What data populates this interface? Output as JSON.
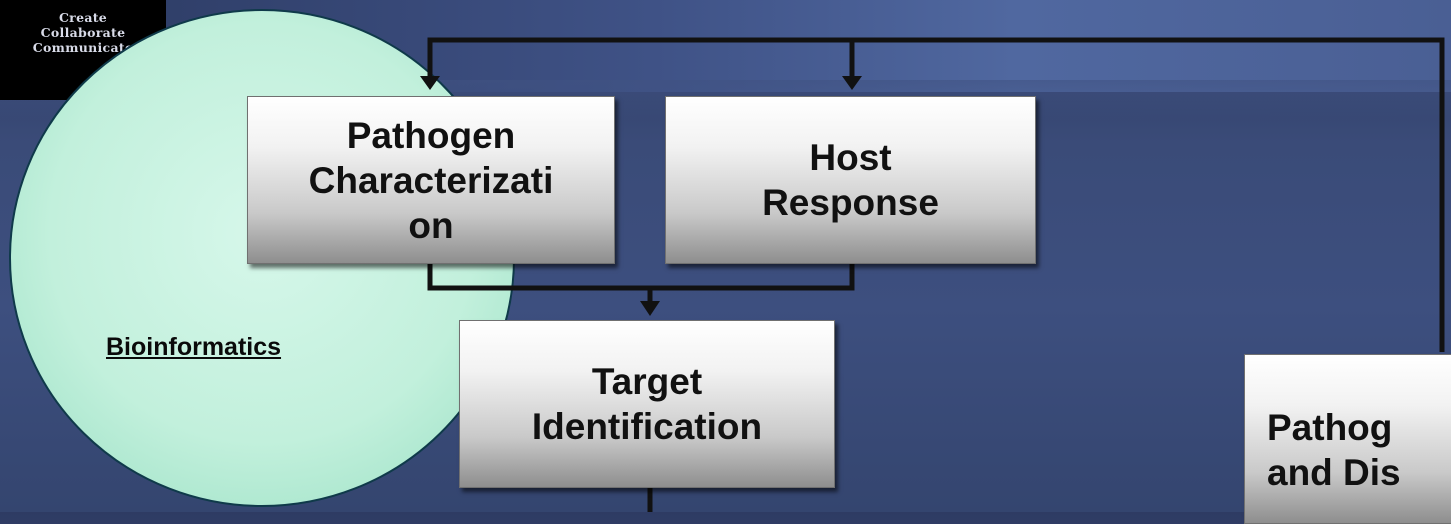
{
  "logo": {
    "lines": [
      "Create",
      "Collaborate",
      "Communicate"
    ]
  },
  "ellipse_label": "Bioinformatics",
  "boxes": {
    "pathogen": "Pathogen Characterizati on",
    "host": "Host Response",
    "target": "Target Identification",
    "right": "Pathog and Dis"
  },
  "colors": {
    "background": "#3a4b78",
    "ellipse_fill": "#c4f2de",
    "connector": "#111111"
  }
}
